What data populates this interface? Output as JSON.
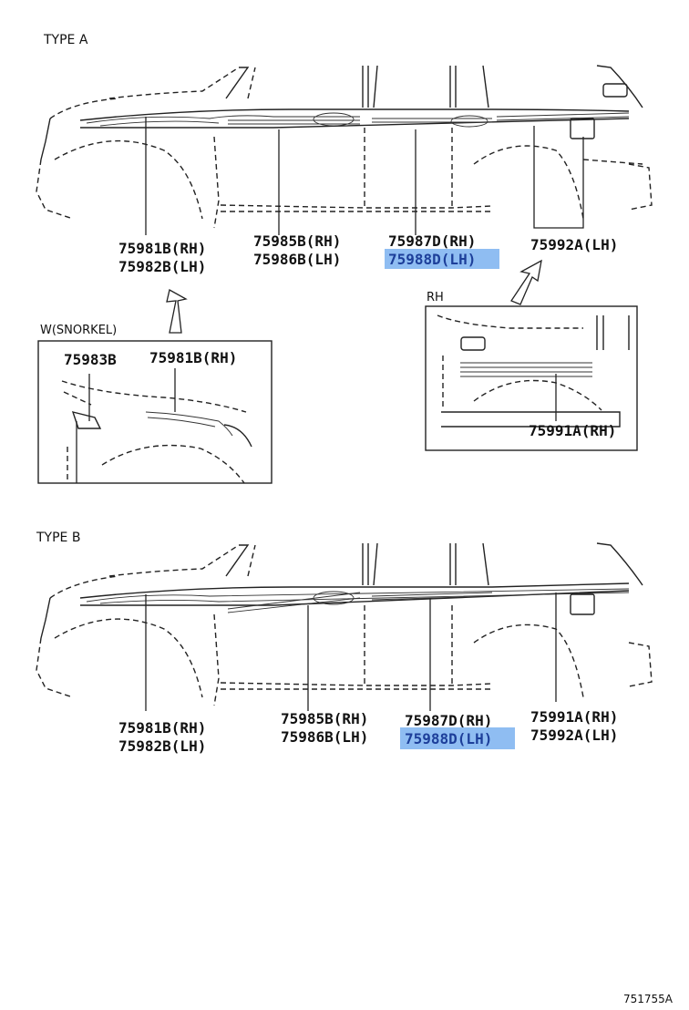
{
  "diagram": {
    "code": "751755A",
    "type_a": {
      "title": "TYPE A",
      "callouts": [
        {
          "id": "a-fender",
          "line1": "75981B(RH)",
          "line2": "75982B(LH)"
        },
        {
          "id": "a-front-door",
          "line1": "75985B(RH)",
          "line2": "75986B(LH)"
        },
        {
          "id": "a-rear-door",
          "line1": "75987D(RH)",
          "line2": "75988D(LH)",
          "highlight_line2": true
        },
        {
          "id": "a-quarter",
          "line1": "75992A(LH)"
        }
      ],
      "snorkel_inset": {
        "title": "W(SNORKEL)",
        "callouts": [
          {
            "id": "snorkel-left",
            "line1": "75983B"
          },
          {
            "id": "snorkel-right",
            "line1": "75981B(RH)"
          }
        ]
      },
      "rh_inset": {
        "title": "RH",
        "callouts": [
          {
            "id": "rh-quarter",
            "line1": "75991A(RH)"
          }
        ]
      }
    },
    "type_b": {
      "title": "TYPE B",
      "callouts": [
        {
          "id": "b-fender",
          "line1": "75981B(RH)",
          "line2": "75982B(LH)"
        },
        {
          "id": "b-front-door",
          "line1": "75985B(RH)",
          "line2": "75986B(LH)"
        },
        {
          "id": "b-rear-door",
          "line1": "75987D(RH)",
          "line2": "75988D(LH)",
          "highlight_line2": true
        },
        {
          "id": "b-quarter",
          "line1": "75991A(RH)",
          "line2": "75992A(LH)"
        }
      ]
    },
    "colors": {
      "highlight": "#8fbdf2",
      "highlight_text": "#1d3f9a",
      "ink": "#222222"
    }
  }
}
